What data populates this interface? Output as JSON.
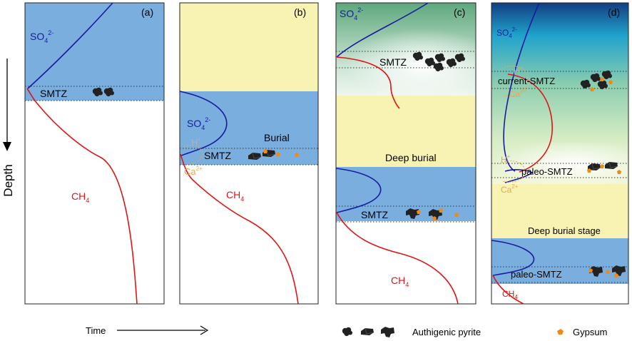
{
  "axes": {
    "depth_label": "Depth",
    "time_label": "Time"
  },
  "panels": {
    "a": {
      "tag": "(a)",
      "so4_main": "SO",
      "so4_sub": "4",
      "so4_sup": "2-",
      "smtz": "SMTZ",
      "ch4_main": "CH",
      "ch4_sub": "4"
    },
    "b": {
      "tag": "(b)",
      "so4_main": "SO",
      "so4_sub": "4",
      "so4_sup": "2-",
      "burial": "Burial",
      "h_main": "H",
      "h_sup": "+",
      "smtz": "SMTZ",
      "ca_main": "Ca",
      "ca_sup": "2+",
      "ch4_main": "CH",
      "ch4_sub": "4"
    },
    "c": {
      "tag": "(c)",
      "so4_main": "SO",
      "so4_sub": "4",
      "so4_sup": "2-",
      "smtz_upper": "SMTZ",
      "deep_burial": "Deep burial",
      "smtz_lower": "SMTZ",
      "ch4_main": "CH",
      "ch4_sub": "4"
    },
    "d": {
      "tag": "(d)",
      "so4_main": "SO",
      "so4_sub": "4",
      "so4_sup": "2-",
      "h1_main": "H",
      "h1_sup": "+",
      "current_smtz": "current-SMTZ",
      "ca1_main": "Ca",
      "ca1_sup": "2+",
      "h2_main": "H",
      "h2_sup": "+",
      "paleo_smtz_1": "paleo-SMTZ",
      "ca2_main": "Ca",
      "ca2_sup": "2+",
      "deep_burial_stage": "Deep burial stage",
      "paleo_smtz_2": "paleo-SMTZ",
      "ch4_main": "CH",
      "ch4_sub": "4"
    }
  },
  "legend": {
    "pyrite": "Authigenic pyrite",
    "gypsum": "Gypsum"
  },
  "colors": {
    "sulfate_zone": "#7aaede",
    "burial_zone": "#f8f3b3",
    "sulfate_curve": "#1a1aa0",
    "methane_curve": "#e01414",
    "gypsum": "#f08a12",
    "pyrite": "#222222",
    "ion_label": "#e8a850"
  }
}
